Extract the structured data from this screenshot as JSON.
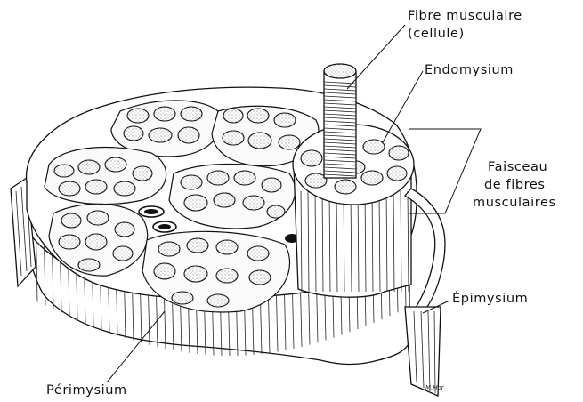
{
  "labels": {
    "fibre_line1": "Fibre musculaire",
    "fibre_line2": "(cellule)",
    "endomysium": "Endomysium",
    "faisceau_line1": "Faisceau",
    "faisceau_line2": "de fibres",
    "faisceau_line3": "musculaires",
    "epimysium": "Épimysium",
    "perimysium": "Périmysium"
  },
  "signature": "M.Hor"
}
